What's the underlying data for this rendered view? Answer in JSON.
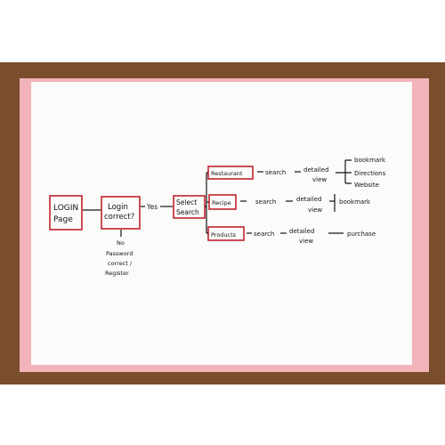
{
  "flowchart": {
    "login_page": {
      "line1": "LOGIN",
      "line2": "Page"
    },
    "login_correct": {
      "line1": "Login",
      "line2": "correct?"
    },
    "yes_label": "Yes",
    "no_branch": {
      "line1": "No",
      "line2": "Password",
      "line3": "correct /",
      "line4": "Register"
    },
    "select_search": {
      "line1": "Select",
      "line2": "Search"
    },
    "restaurant": {
      "box": "Restaurant",
      "search": "search",
      "detailed_line1": "detailed",
      "detailed_line2": "view",
      "out1": "bookmark",
      "out2": "Directions",
      "out3": "Website"
    },
    "recipe": {
      "box": "Recipe",
      "search": "search",
      "detailed_line1": "detailed",
      "detailed_line2": "view",
      "out1": "bookmark"
    },
    "products": {
      "box": "Products",
      "search": "search",
      "detailed_line1": "detailed",
      "detailed_line2": "view",
      "out1": "purchase"
    }
  },
  "colors": {
    "box_stroke": "#c0242e",
    "ink": "#151515",
    "paper": "#fbfbf9",
    "pink_backing": "#f3b3ba",
    "table": "#7a4e2c"
  }
}
